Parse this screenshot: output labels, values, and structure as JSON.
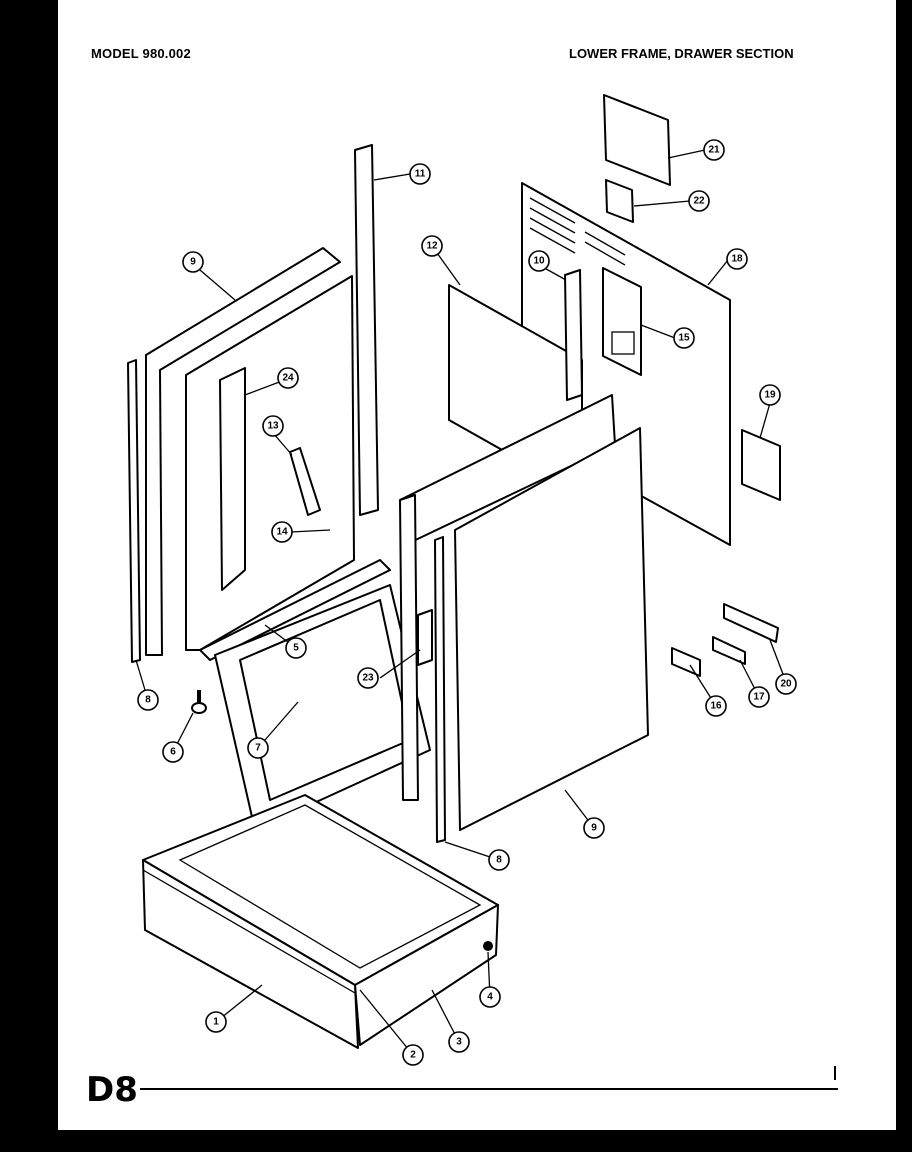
{
  "header": {
    "model": "MODEL 980.002",
    "section": "LOWER FRAME, DRAWER SECTION"
  },
  "footer": {
    "page_code": "D8"
  },
  "callouts": [
    {
      "id": "c1",
      "label": "1"
    },
    {
      "id": "c2",
      "label": "2"
    },
    {
      "id": "c3",
      "label": "3"
    },
    {
      "id": "c4",
      "label": "4"
    },
    {
      "id": "c5",
      "label": "5"
    },
    {
      "id": "c6",
      "label": "6"
    },
    {
      "id": "c7",
      "label": "7"
    },
    {
      "id": "c8a",
      "label": "8"
    },
    {
      "id": "c8b",
      "label": "8"
    },
    {
      "id": "c9a",
      "label": "9"
    },
    {
      "id": "c9b",
      "label": "9"
    },
    {
      "id": "c10",
      "label": "10"
    },
    {
      "id": "c11",
      "label": "11"
    },
    {
      "id": "c12",
      "label": "12"
    },
    {
      "id": "c13",
      "label": "13"
    },
    {
      "id": "c14",
      "label": "14"
    },
    {
      "id": "c15",
      "label": "15"
    },
    {
      "id": "c16",
      "label": "16"
    },
    {
      "id": "c17",
      "label": "17"
    },
    {
      "id": "c18",
      "label": "18"
    },
    {
      "id": "c19",
      "label": "19"
    },
    {
      "id": "c20",
      "label": "20"
    },
    {
      "id": "c21",
      "label": "21"
    },
    {
      "id": "c22",
      "label": "22"
    },
    {
      "id": "c23",
      "label": "23"
    },
    {
      "id": "c24",
      "label": "24"
    }
  ]
}
